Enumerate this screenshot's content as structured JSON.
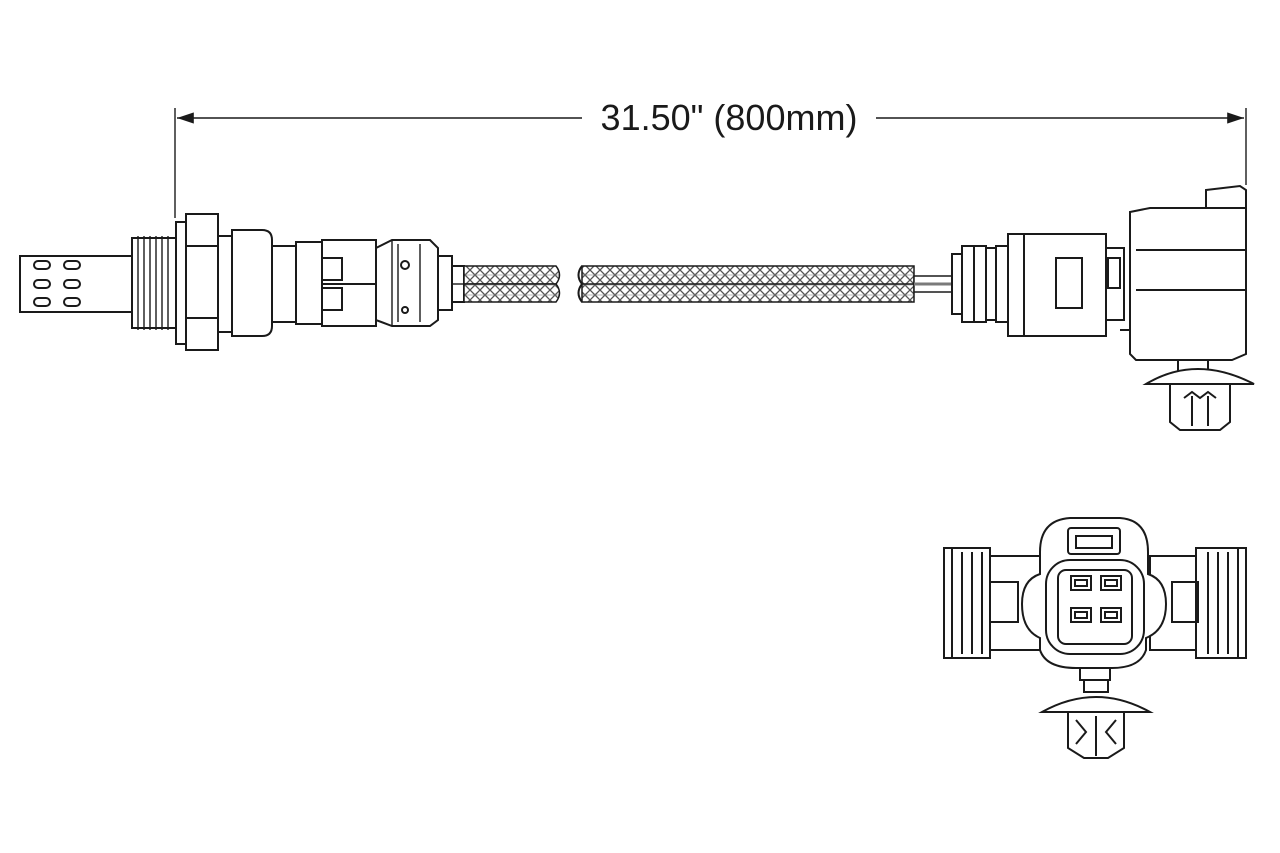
{
  "dimension": {
    "label": "31.50\" (800mm)"
  },
  "colors": {
    "line": "#1a1a1a",
    "background": "#ffffff",
    "braid": "#7a7a7a"
  },
  "views": [
    "side-view",
    "connector-front-view"
  ]
}
